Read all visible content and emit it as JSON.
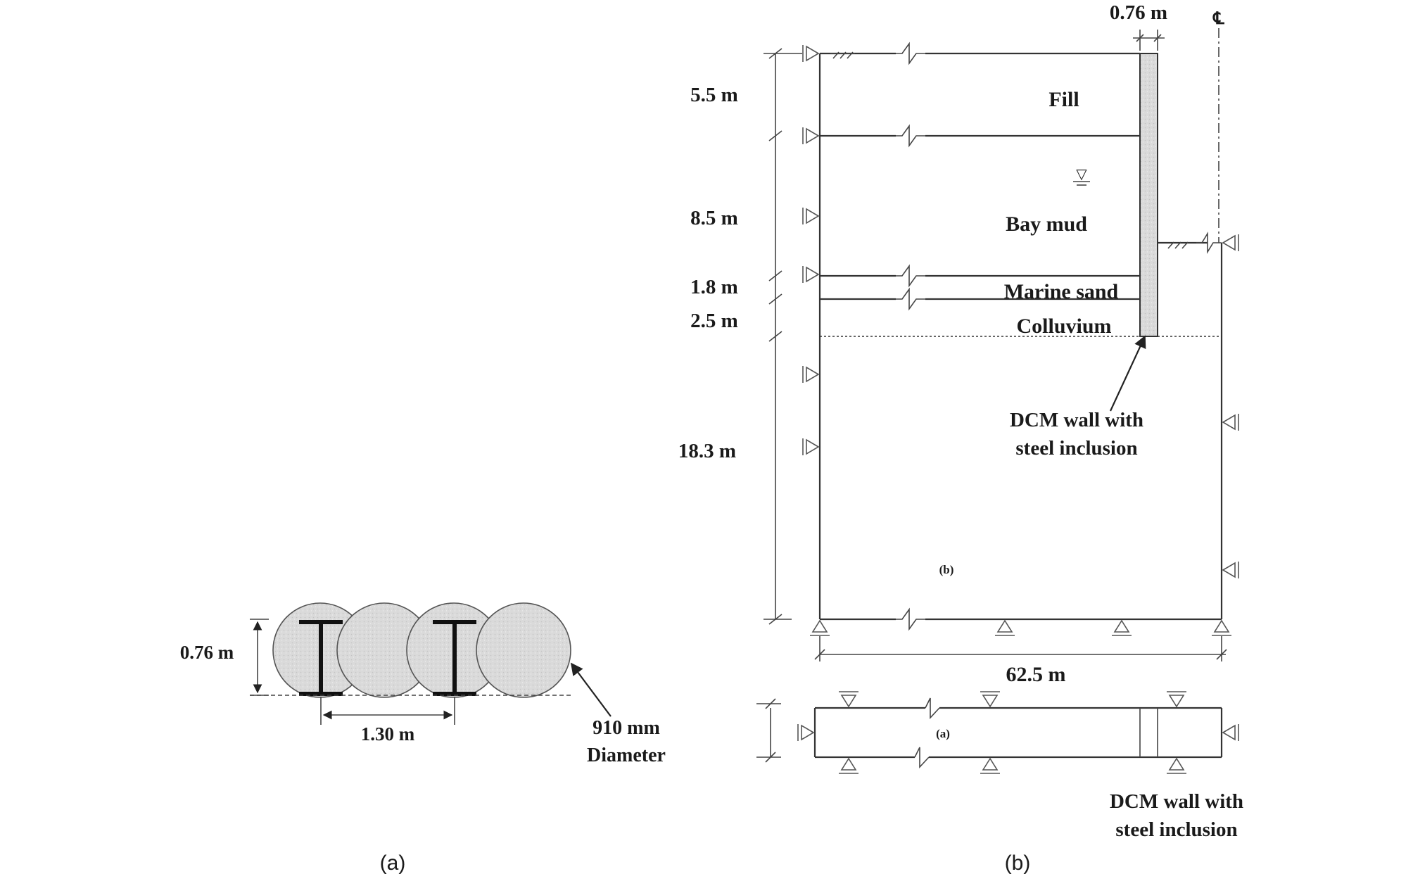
{
  "panel_a": {
    "height_label": "0.76 m",
    "spacing_label": "1.30 m",
    "diameter_label_line1": "910 mm",
    "diameter_label_line2": "Diameter",
    "caption": "(a)"
  },
  "panel_b": {
    "wall_width_label": "0.76 m",
    "centerline_symbol": "℄",
    "layer_thicknesses": [
      "5.5 m",
      "8.5 m",
      "1.8 m",
      "2.5 m",
      "18.3 m"
    ],
    "layers": [
      "Fill",
      "Bay mud",
      "Marine sand",
      "Colluvium"
    ],
    "wall_label_line1": "DCM wall with",
    "wall_label_line2": "steel inclusion",
    "section_label": "(b)",
    "width_label": "62.5 m",
    "plan_label": "(a)",
    "plan_wall_label_line1": "DCM wall with",
    "plan_wall_label_line2": "steel inclusion",
    "water_table_symbol": "▽",
    "caption": "(b)"
  },
  "colors": {
    "column_fill": "#d9d9d9",
    "wall_fill": "#e2e2e2",
    "line": "#333333"
  }
}
